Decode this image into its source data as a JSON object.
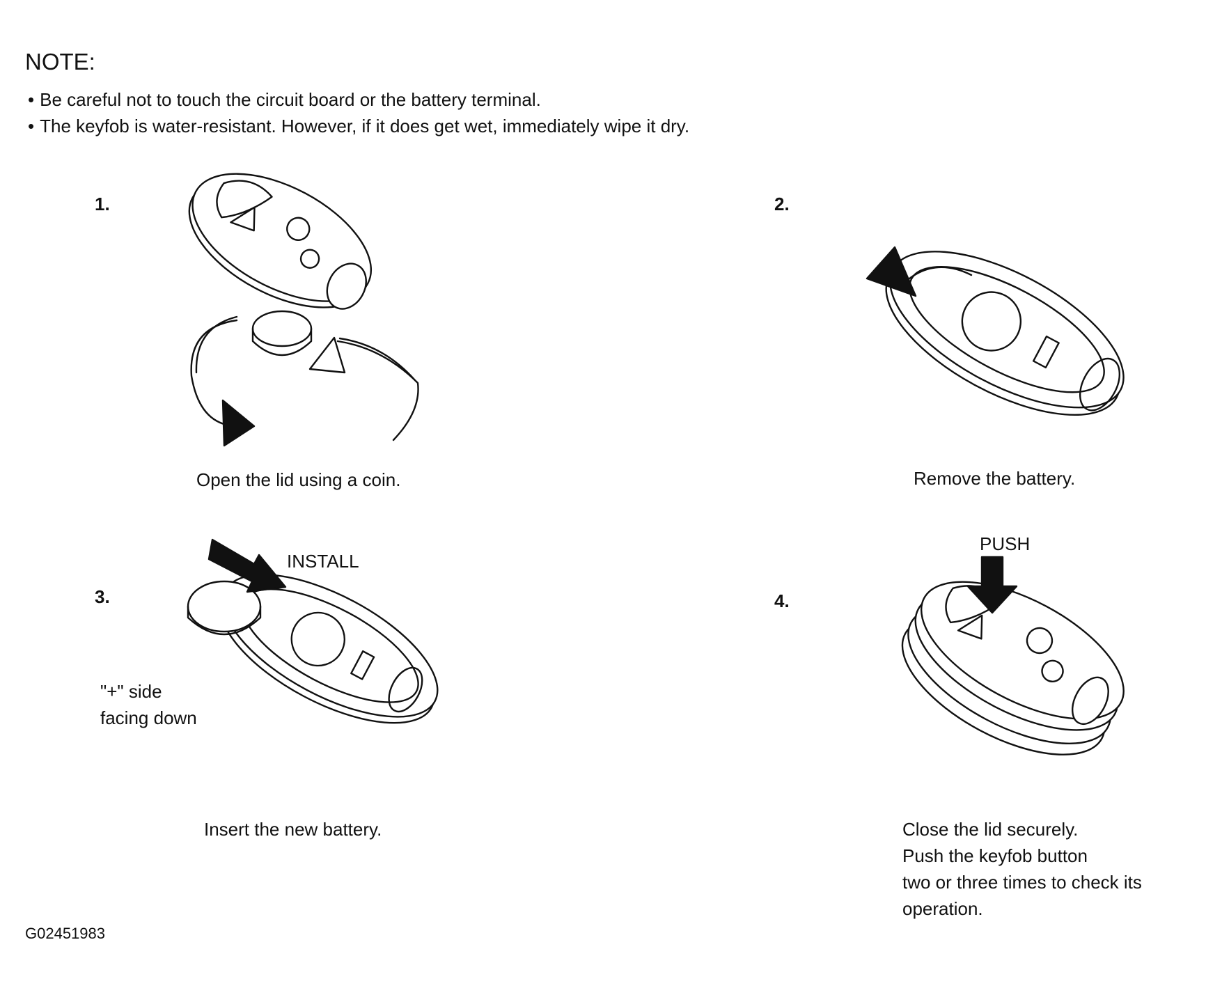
{
  "note": {
    "title": "NOTE:",
    "bullets": [
      "Be careful not to touch the circuit board or the battery terminal.",
      "The keyfob is water-resistant. However, if it does get wet, immediately wipe it dry."
    ]
  },
  "steps": [
    {
      "number": "1.",
      "caption": "Open the lid using a coin."
    },
    {
      "number": "2.",
      "caption": "Remove the battery."
    },
    {
      "number": "3.",
      "caption": "Insert the new battery.",
      "labels": {
        "install": "INSTALL",
        "side_line1": "\"+\" side",
        "side_line2": "facing down"
      }
    },
    {
      "number": "4.",
      "caption_lines": [
        "Close the lid securely.",
        "Push the keyfob button",
        "two or three times to check its",
        "operation."
      ],
      "labels": {
        "push": "PUSH"
      }
    }
  ],
  "figure_code": "G02451983"
}
